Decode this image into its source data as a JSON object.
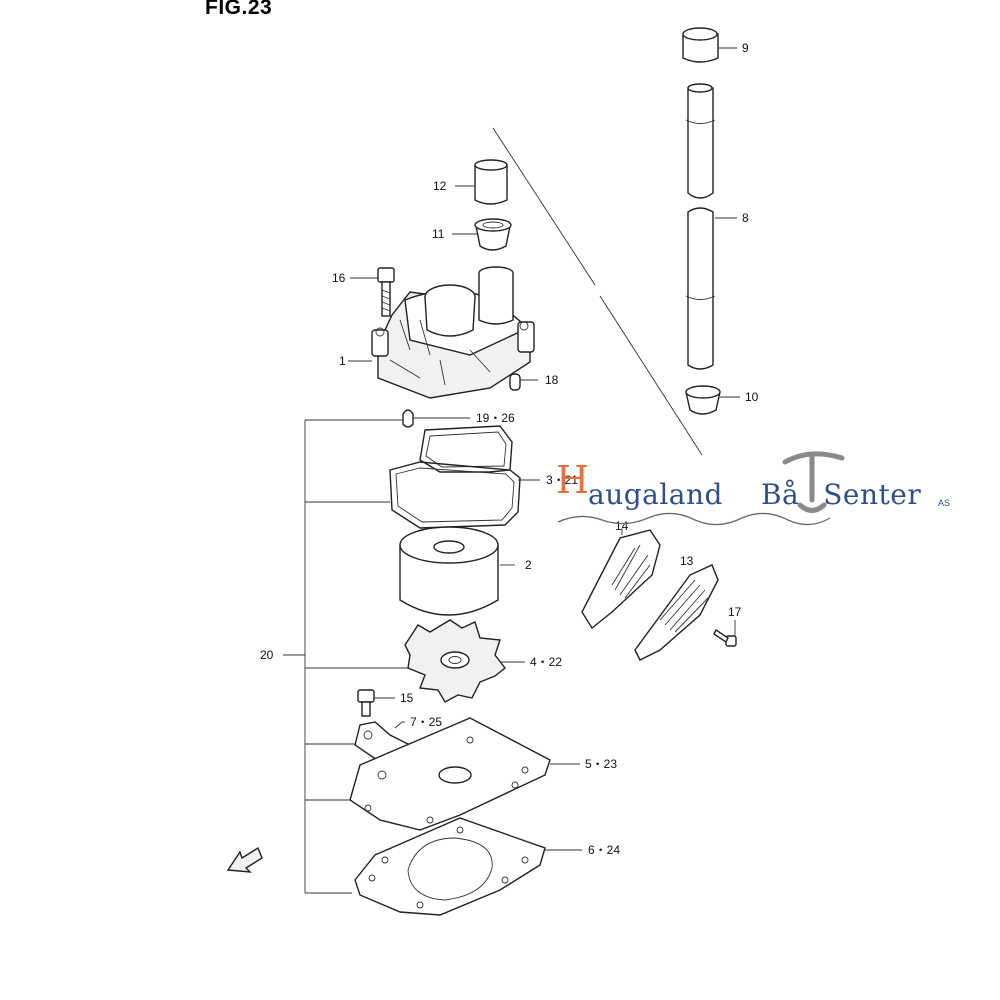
{
  "figure": {
    "title": "FIG.23"
  },
  "callouts": {
    "c1": "1",
    "c2": "2",
    "c3": "3・21",
    "c4": "4・22",
    "c5": "5・23",
    "c6": "6・24",
    "c7": "7・25",
    "c8": "8",
    "c9": "9",
    "c10": "10",
    "c11": "11",
    "c12": "12",
    "c13": "13",
    "c14": "14",
    "c15": "15",
    "c16": "16",
    "c17": "17",
    "c18": "18",
    "c19": "19・26",
    "c20": "20"
  },
  "watermark": {
    "initial": "H",
    "name_part1": "augaland",
    "name_part2": "Bå",
    "name_part3": "Senter",
    "suffix": "AS",
    "colors": {
      "initial": "#e8703a",
      "name": "#2e4f8c",
      "anchor": "#8a8a8a"
    }
  },
  "icons": {
    "front_arrow": "front-arrow-icon"
  }
}
